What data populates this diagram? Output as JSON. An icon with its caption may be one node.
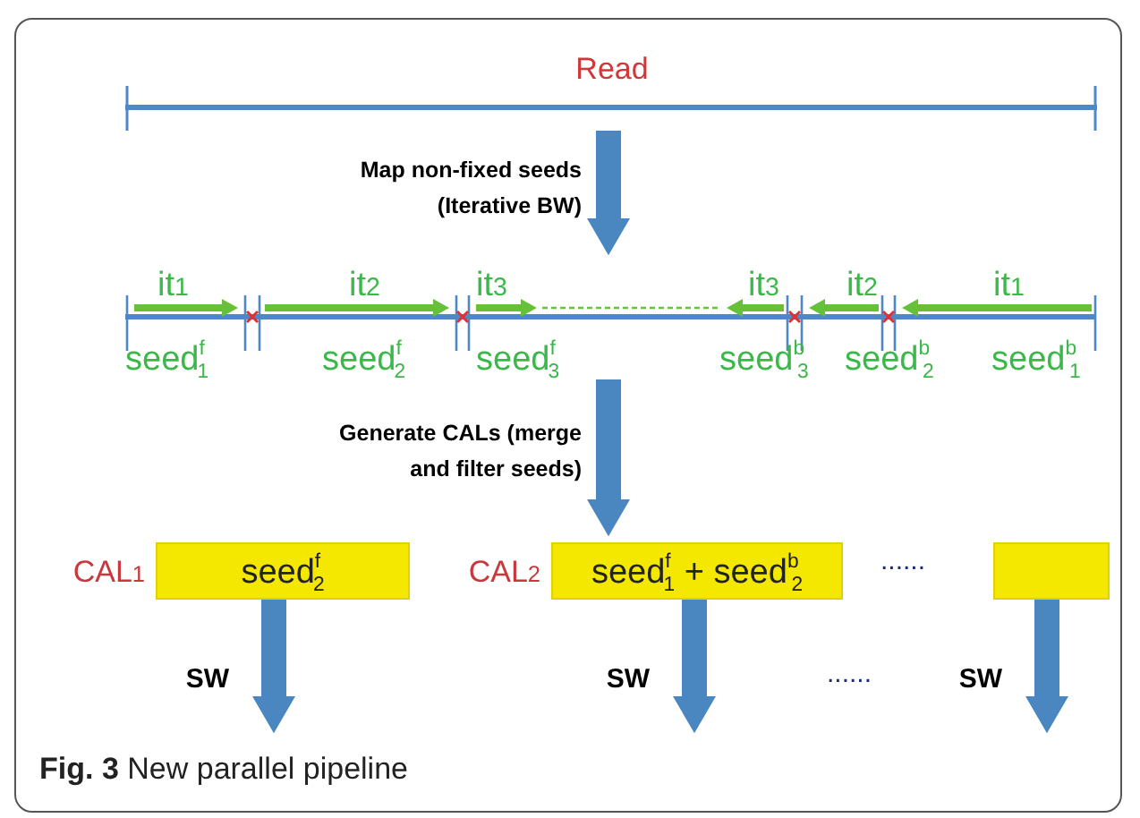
{
  "diagram": {
    "caption": "**Fig. 3** New parallel pipeline",
    "nodes": [
      {
        "text": [
          "Read"
        ]
      },
      {
        "text": [
          "it$_{1}$",
          "it$_{2}$",
          "it$_{3}$",
          "it$_{3}$",
          "it$_{2}$",
          "it$_{1}$",
          "seed$^{f}$$_{1}$",
          "seed$^{f}$$_{2}$",
          "seed$^{f}$$_{3}$",
          "seed$^{b}$$_{3}$",
          "seed$^{b}$$_{2}$",
          "seed$^{b}$$_{1}$"
        ]
      },
      {
        "text": [
          "seed$^{f}$$_{2}$"
        ],
        "beside": [
          "CAL$_{1}$"
        ]
      },
      {
        "text": [
          "seed$^{f}$$_{1}$ + seed$^{b}$$_{2}$"
        ],
        "beside": [
          "CAL$_{2}$"
        ]
      },
      {
        "text": [],
        "shape": "box"
      }
    ],
    "edges": [
      {
        "from": 0,
        "to": 1,
        "arrow": "to",
        "label": "Map non-fixed seeds (Iterative BW)"
      },
      {
        "from": 1,
        "to": 3,
        "arrow": "to",
        "label": "Generate CALs (merge and filter seeds)"
      },
      {
        "from": 2,
        "to": null,
        "arrow": "to",
        "label": "SW"
      },
      {
        "from": 3,
        "to": null,
        "arrow": "to",
        "label": "SW"
      },
      {
        "from": 4,
        "to": null,
        "arrow": "to",
        "label": "SW"
      }
    ],
    "labels": [
      "......",
      "......"
    ]
  }
}
